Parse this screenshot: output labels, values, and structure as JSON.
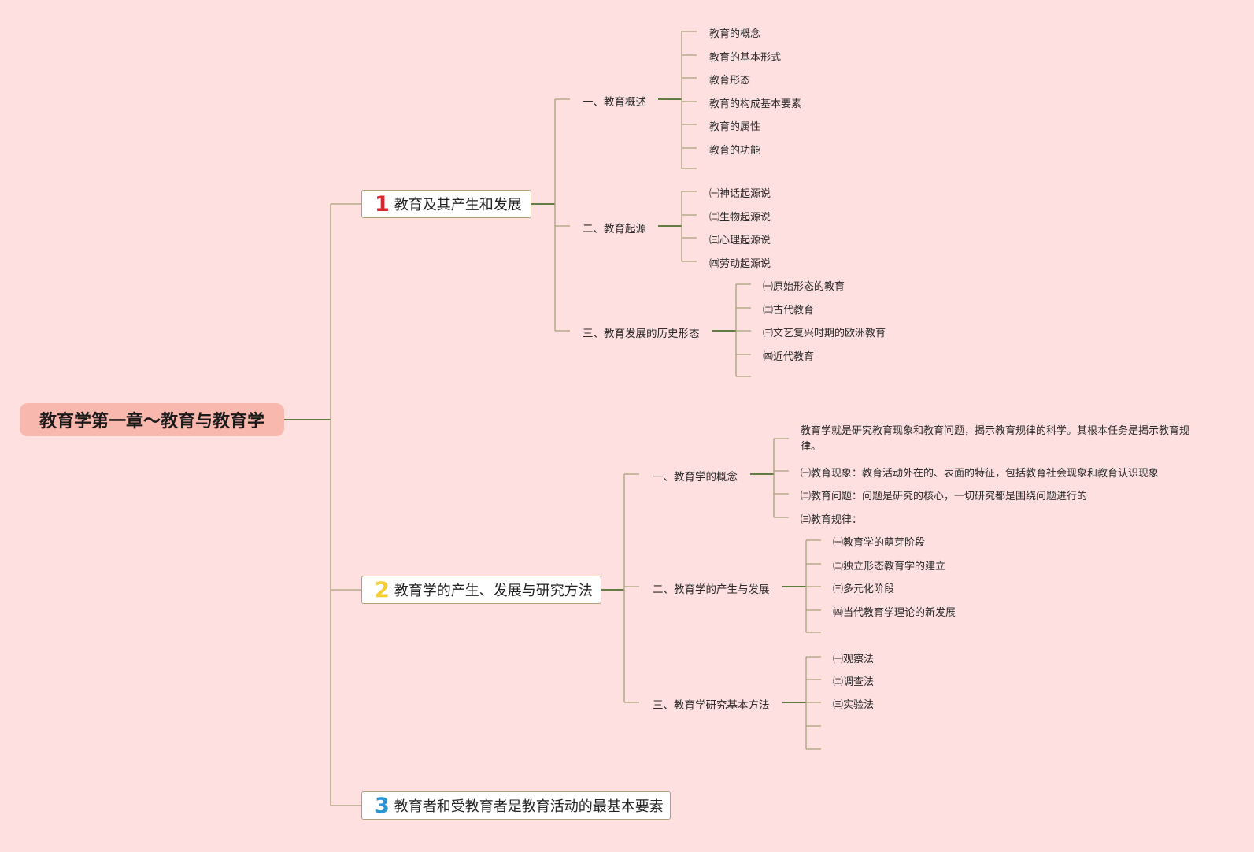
{
  "colors": {
    "background": "#fde0df",
    "root_fill": "#f9b8ad",
    "num_1": "#d8262f",
    "num_2": "#f4cd33",
    "num_3": "#2b95d6",
    "connector": "#a8a07a",
    "connector_dark": "#4d6b2c"
  },
  "root": {
    "title": "教育学第一章～教育与教育学"
  },
  "branches": [
    {
      "num": "1",
      "label": "教育及其产生和发展",
      "subs": [
        {
          "label": "一、教育概述",
          "leaves": [
            "教育的概念",
            "教育的基本形式",
            "教育形态",
            "教育的构成基本要素",
            "教育的属性",
            "教育的功能"
          ]
        },
        {
          "label": "二、教育起源",
          "leaves": [
            "㈠神话起源说",
            "㈡生物起源说",
            "㈢心理起源说",
            "㈣劳动起源说"
          ]
        },
        {
          "label": "三、教育发展的历史形态",
          "leaves": [
            "㈠原始形态的教育",
            "㈡古代教育",
            "㈢文艺复兴时期的欧洲教育",
            "㈣近代教育"
          ]
        }
      ]
    },
    {
      "num": "2",
      "label": "教育学的产生、发展与研究方法",
      "subs": [
        {
          "label": "一、教育学的概念",
          "leaves": [
            "教育学就是研究教育现象和教育问题，揭示教育规律的科学。其根本任务是揭示教育规律。",
            "㈠教育现象：教育活动外在的、表面的特征，包括教育社会现象和教育认识现象",
            "㈡教育问题：问题是研究的核心，一切研究都是围绕问题进行的",
            "㈢教育规律："
          ]
        },
        {
          "label": "二、教育学的产生与发展",
          "leaves": [
            "㈠教育学的萌芽阶段",
            "㈡独立形态教育学的建立",
            "㈢多元化阶段",
            "㈣当代教育学理论的新发展"
          ]
        },
        {
          "label": "三、教育学研究基本方法",
          "leaves": [
            "㈠观察法",
            "㈡调查法",
            "㈢实验法"
          ]
        }
      ]
    },
    {
      "num": "3",
      "label": "教育者和受教育者是教育活动的最基本要素",
      "subs": []
    }
  ]
}
